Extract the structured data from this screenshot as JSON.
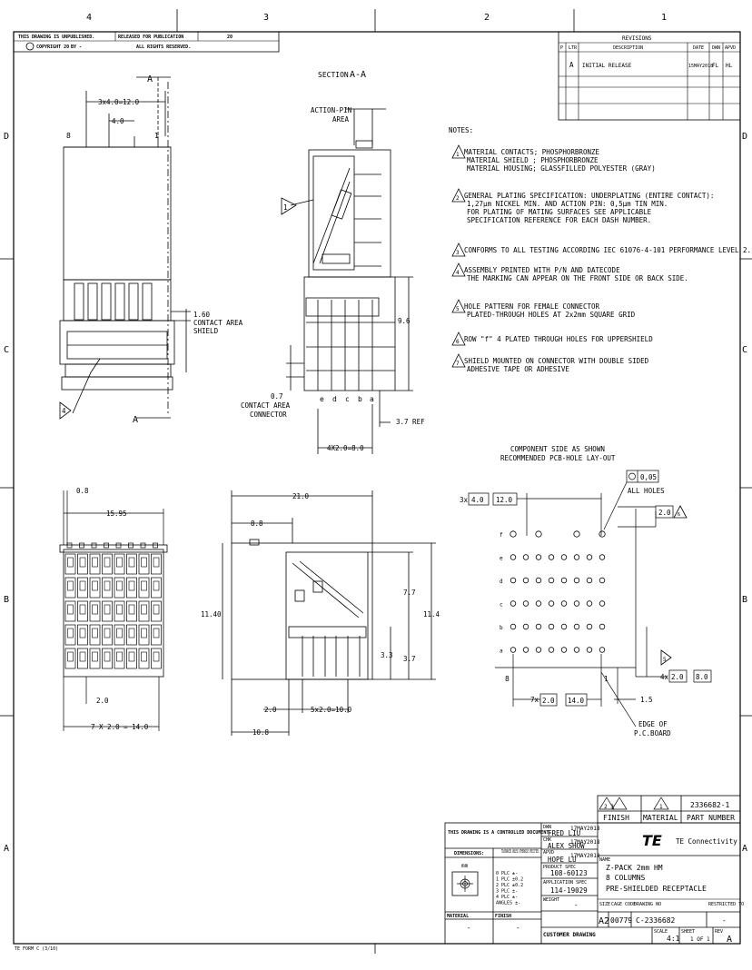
{
  "zones": {
    "cols": [
      "4",
      "3",
      "2",
      "1"
    ],
    "rows": [
      "D",
      "C",
      "B",
      "A"
    ]
  },
  "header": {
    "unpublished": "THIS DRAWING IS UNPUBLISHED.",
    "released": "RELEASED FOR PUBLICATION",
    "release_year": "20",
    "copyright": "COPYRIGHT 20",
    "by": "BY -",
    "rights": "ALL RIGHTS RESERVED."
  },
  "revisions": {
    "title": "REVISIONS",
    "headers": [
      "P",
      "LTR",
      "DESCRIPTION",
      "DATE",
      "DWN",
      "APVD"
    ],
    "rows": [
      {
        "ltr": "A",
        "desc": "INITIAL RELEASE",
        "date": "15MAY2018",
        "dwn": "FL",
        "apvd": "HL"
      }
    ]
  },
  "views": {
    "section_title_a": "SECTION",
    "section_title_b": "A-A",
    "section_letter": "A",
    "dims": {
      "pitch_total": "3x4.0=12.0",
      "pitch": "4.0",
      "pin_first": "8",
      "pin_last": "1",
      "contact_area_shield": [
        "1.60",
        "CONTACT AREA",
        "SHIELD"
      ],
      "action_pin": [
        "ACTION-PIN",
        "AREA"
      ],
      "height_96": "9.6",
      "contact_area_conn": [
        "0.7",
        "CONTACT AREA",
        "CONNECTOR"
      ],
      "row_letters": [
        "e",
        "d",
        "c",
        "b",
        "a"
      ],
      "ref_37": "3.7 REF",
      "row_pitch": "4X2.0=8.0",
      "d08": "0.8",
      "d1595": "15.95",
      "d20": "2.0",
      "d14": "7 X 2.0 = 14.0",
      "d21": "21.0",
      "d88": "8.8",
      "d1140": "11.40",
      "d77": "7.7",
      "d114": "11.4",
      "d33": "3.3",
      "d37": "3.7",
      "d20b": "2.0",
      "d10": "5x2.0=10.0",
      "d108": "10.8"
    },
    "notes_flag_1": "1",
    "notes_flag_4": "4"
  },
  "notes": {
    "title": "NOTES:",
    "items": [
      {
        "n": "1",
        "lines": [
          "MATERIAL CONTACTS; PHOSPHORBRONZE",
          "MATERIAL SHIELD  ; PHOSPHORBRONZE",
          "MATERIAL HOUSING; GLASSFILLED POLYESTER (GRAY)"
        ]
      },
      {
        "n": "2",
        "lines": [
          "GENERAL PLATING SPECIFICATION: UNDERPLATING (ENTIRE CONTACT):",
          "1,27µm NICKEL MIN. AND ACTION PIN: 0,5µm TIN MIN.",
          "FOR PLATING OF MATING SURFACES SEE APPLICABLE",
          "SPECIFICATION REFERENCE FOR EACH DASH NUMBER."
        ]
      },
      {
        "n": "3",
        "lines": [
          "CONFORMS TO ALL TESTING ACCORDING IEC 61076-4-101 PERFORMANCE LEVEL 2."
        ]
      },
      {
        "n": "4",
        "lines": [
          "ASSEMBLY PRINTED WITH P/N AND DATECODE",
          "THE MARKING CAN APPEAR ON THE FRONT SIDE OR BACK SIDE."
        ]
      },
      {
        "n": "5",
        "lines": [
          "HOLE PATTERN FOR FEMALE CONNECTOR",
          "PLATED-THROUGH HOLES AT 2x2mm SQUARE GRID"
        ]
      },
      {
        "n": "6",
        "lines": [
          "ROW \"f\" 4 PLATED THROUGH HOLES FOR UPPERSHIELD"
        ]
      },
      {
        "n": "7",
        "lines": [
          "SHIELD MOUNTED ON CONNECTOR WITH DOUBLE SIDED",
          "ADHESIVE TAPE OR ADHESIVE"
        ]
      }
    ]
  },
  "pcb": {
    "title": [
      "COMPONENT SIDE AS SHOWN",
      "RECOMMENDED PCB-HOLE LAY-OUT"
    ],
    "tol": "0,05",
    "all_holes": "ALL HOLES",
    "pitch_x": "3x",
    "pitch_a": "4.0",
    "pitch_b": "12.0",
    "d20": "2.0",
    "flag6": "6",
    "flag5": "5",
    "rows": [
      "f",
      "e",
      "d",
      "c",
      "b",
      "a"
    ],
    "col_first": "8",
    "col_last": "1",
    "d4x": "4x",
    "d4x_a": "2.0",
    "d4x_b": "8.0",
    "d7x": "7x",
    "d7x_a": "2.0",
    "d7x_b": "14.0",
    "d15": "1.5",
    "edge": [
      "EDGE OF",
      "P.C.BOARD"
    ]
  },
  "titleblock": {
    "finish_flags": "2 3",
    "material_flag": "1",
    "part_no_val": "2336682-1",
    "finish": "FINISH",
    "material": "MATERIAL",
    "part_number": "PART NUMBER",
    "controlled": "THIS DRAWING IS A CONTROLLED DOCUMENT.",
    "dwn_lbl": "DWN",
    "dwn_name": "FRED LIU",
    "dwn_date": "17MAY2018",
    "chk_lbl": "CHK",
    "chk_name": "ALEX SHOW",
    "chk_date": "17MAY2018",
    "apvd_lbl": "APVD",
    "apvd_name": "HOPE LU",
    "apvd_date": "17MAY2018",
    "dimensions": "DIMENSIONS:",
    "tolerances": "TOLERANCES UNLESS OTHERWISE SPECIFIED:",
    "unit": "mm",
    "tol_rows": [
      "0 PLC  ±-",
      "1 PLC  ±0.2",
      "2 PLC  ±0.2",
      "3 PLC  ±-",
      "4 PLC  ±-",
      "ANGLES   ±-"
    ],
    "product_spec_lbl": "PRODUCT SPEC",
    "product_spec": "108-60123",
    "app_spec_lbl": "APPLICATION SPEC",
    "app_spec": "114-19029",
    "weight_lbl": "WEIGHT",
    "weight": "-",
    "material_lbl": "MATERIAL",
    "finish_lbl": "FINISH",
    "mat_val": "-",
    "fin_val": "-",
    "logo": "TE",
    "company": "TE Connectivity",
    "name_lbl": "NAME",
    "name_lines": [
      "Z-PACK 2mm HM",
      "8 COLUMNS",
      "PRE-SHIELDED RECEPTACLE"
    ],
    "size_lbl": "SIZE",
    "cage_lbl": "CAGE CODE",
    "dwg_lbl": "DRAWING NO",
    "restricted_lbl": "RESTRICTED TO",
    "size": "A2",
    "cage": "00779",
    "dwg": "C-2336682",
    "restricted": "-",
    "customer_drawing": "CUSTOMER DRAWING",
    "scale_lbl": "SCALE",
    "scale": "4:1",
    "sheet_lbl": "SHEET",
    "sheet": "1 OF 1",
    "rev_lbl": "REV",
    "rev": "A"
  },
  "form_no": "TE FORM C (3/10)"
}
